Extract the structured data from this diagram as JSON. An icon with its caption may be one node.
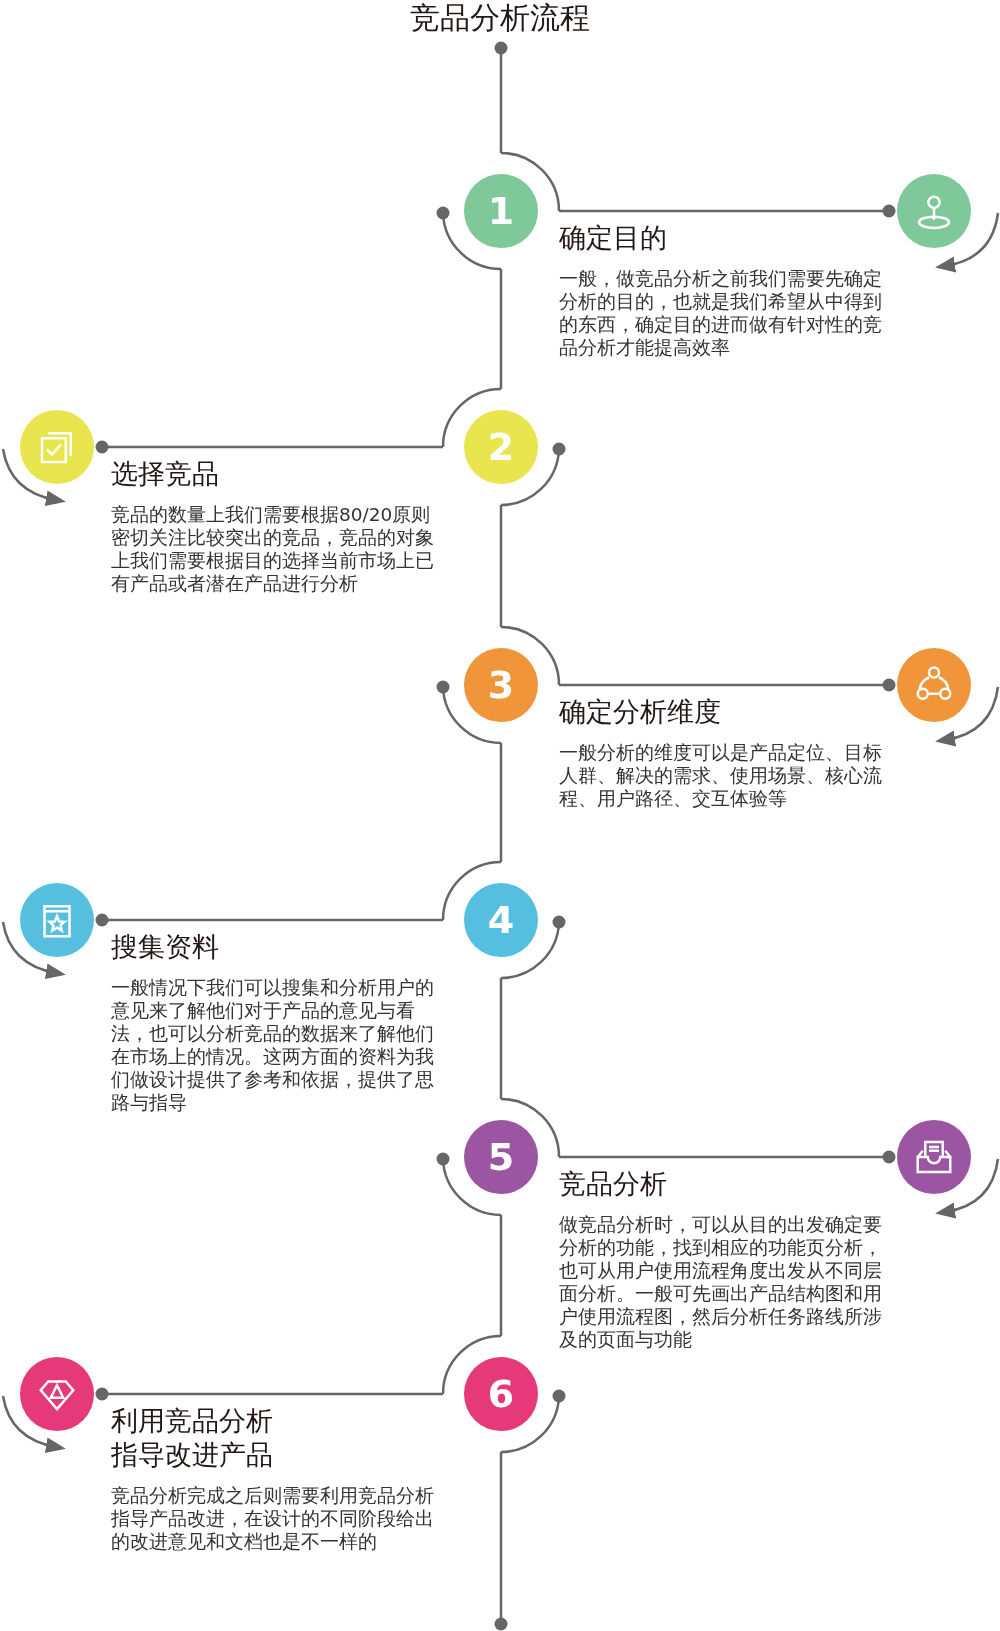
{
  "diagram": {
    "title": "竞品分析流程",
    "nodes": [
      {
        "text": [
          "1"
        ],
        "beside": [
          "确定目的",
          "一般，做竞品分析之前我们需要先确定分析的目的，也就是我们希望从中得到的东西，确定目的进而做有针对性的竞品分析才能提高效率"
        ]
      },
      {
        "text": [],
        "shape": "circle"
      },
      {
        "text": [
          "2"
        ],
        "beside": [
          "选择竞品",
          "竞品的数量上我们需要根据80/20原则密切关注比较突出的竞品，竞品的对象上我们需要根据目的选择当前市场上已有产品或者潜在产品进行分析"
        ]
      },
      {
        "text": [],
        "shape": "circle"
      },
      {
        "text": [
          "3"
        ],
        "beside": [
          "确定分析维度",
          "一般分析的维度可以是产品定位、目标人群、解决的需求、使用场景、核心流程、用户路径、交互体验等"
        ]
      },
      {
        "text": [],
        "shape": "circle"
      },
      {
        "text": [
          "4"
        ],
        "beside": [
          "搜集资料",
          "一般情况下我们可以搜集和分析用户的意见来了解他们对于产品的意见与看法，也可以分析竞品的数据来了解他们在市场上的情况。这两方面的资料为我们做设计提供了参考和依据，提供了思路与指导"
        ]
      },
      {
        "text": [],
        "shape": "circle"
      },
      {
        "text": [
          "5"
        ],
        "beside": [
          "竞品分析",
          "做竞品分析时，可以从目的出发确定要分析的功能，找到相应的功能页分析，也可从用户使用流程角度出发从不同层面分析。一般可先画出产品结构图和用户使用流程图，然后分析任务路线所涉及的页面与功能"
        ]
      },
      {
        "text": [],
        "shape": "circle"
      },
      {
        "text": [
          "6"
        ],
        "beside": [
          "利用竞品分析指导改进产品",
          "竞品分析完成之后则需要利用竞品分析指导产品改进，在设计的不同阶段给出的改进意见和文档也是不一样的"
        ]
      },
      {
        "text": [],
        "shape": "circle"
      }
    ],
    "edges": [
      {
        "from": null,
        "to": 0,
        "arrow": "other"
      },
      {
        "from": 0,
        "to": 2,
        "arrow": "none"
      },
      {
        "from": 2,
        "to": 4,
        "arrow": "none"
      },
      {
        "from": 4,
        "to": 6,
        "arrow": "none"
      },
      {
        "from": 6,
        "to": 8,
        "arrow": "none"
      },
      {
        "from": 8,
        "to": 10,
        "arrow": "none"
      },
      {
        "from": 10,
        "to": null,
        "arrow": "other"
      },
      {
        "from": 0,
        "to": 1,
        "arrow": "other"
      },
      {
        "from": 2,
        "to": 3,
        "arrow": "other"
      },
      {
        "from": 4,
        "to": 5,
        "arrow": "other"
      },
      {
        "from": 6,
        "to": 7,
        "arrow": "other"
      },
      {
        "from": 8,
        "to": 9,
        "arrow": "other"
      },
      {
        "from": 10,
        "to": 11,
        "arrow": "other"
      }
    ]
  }
}
